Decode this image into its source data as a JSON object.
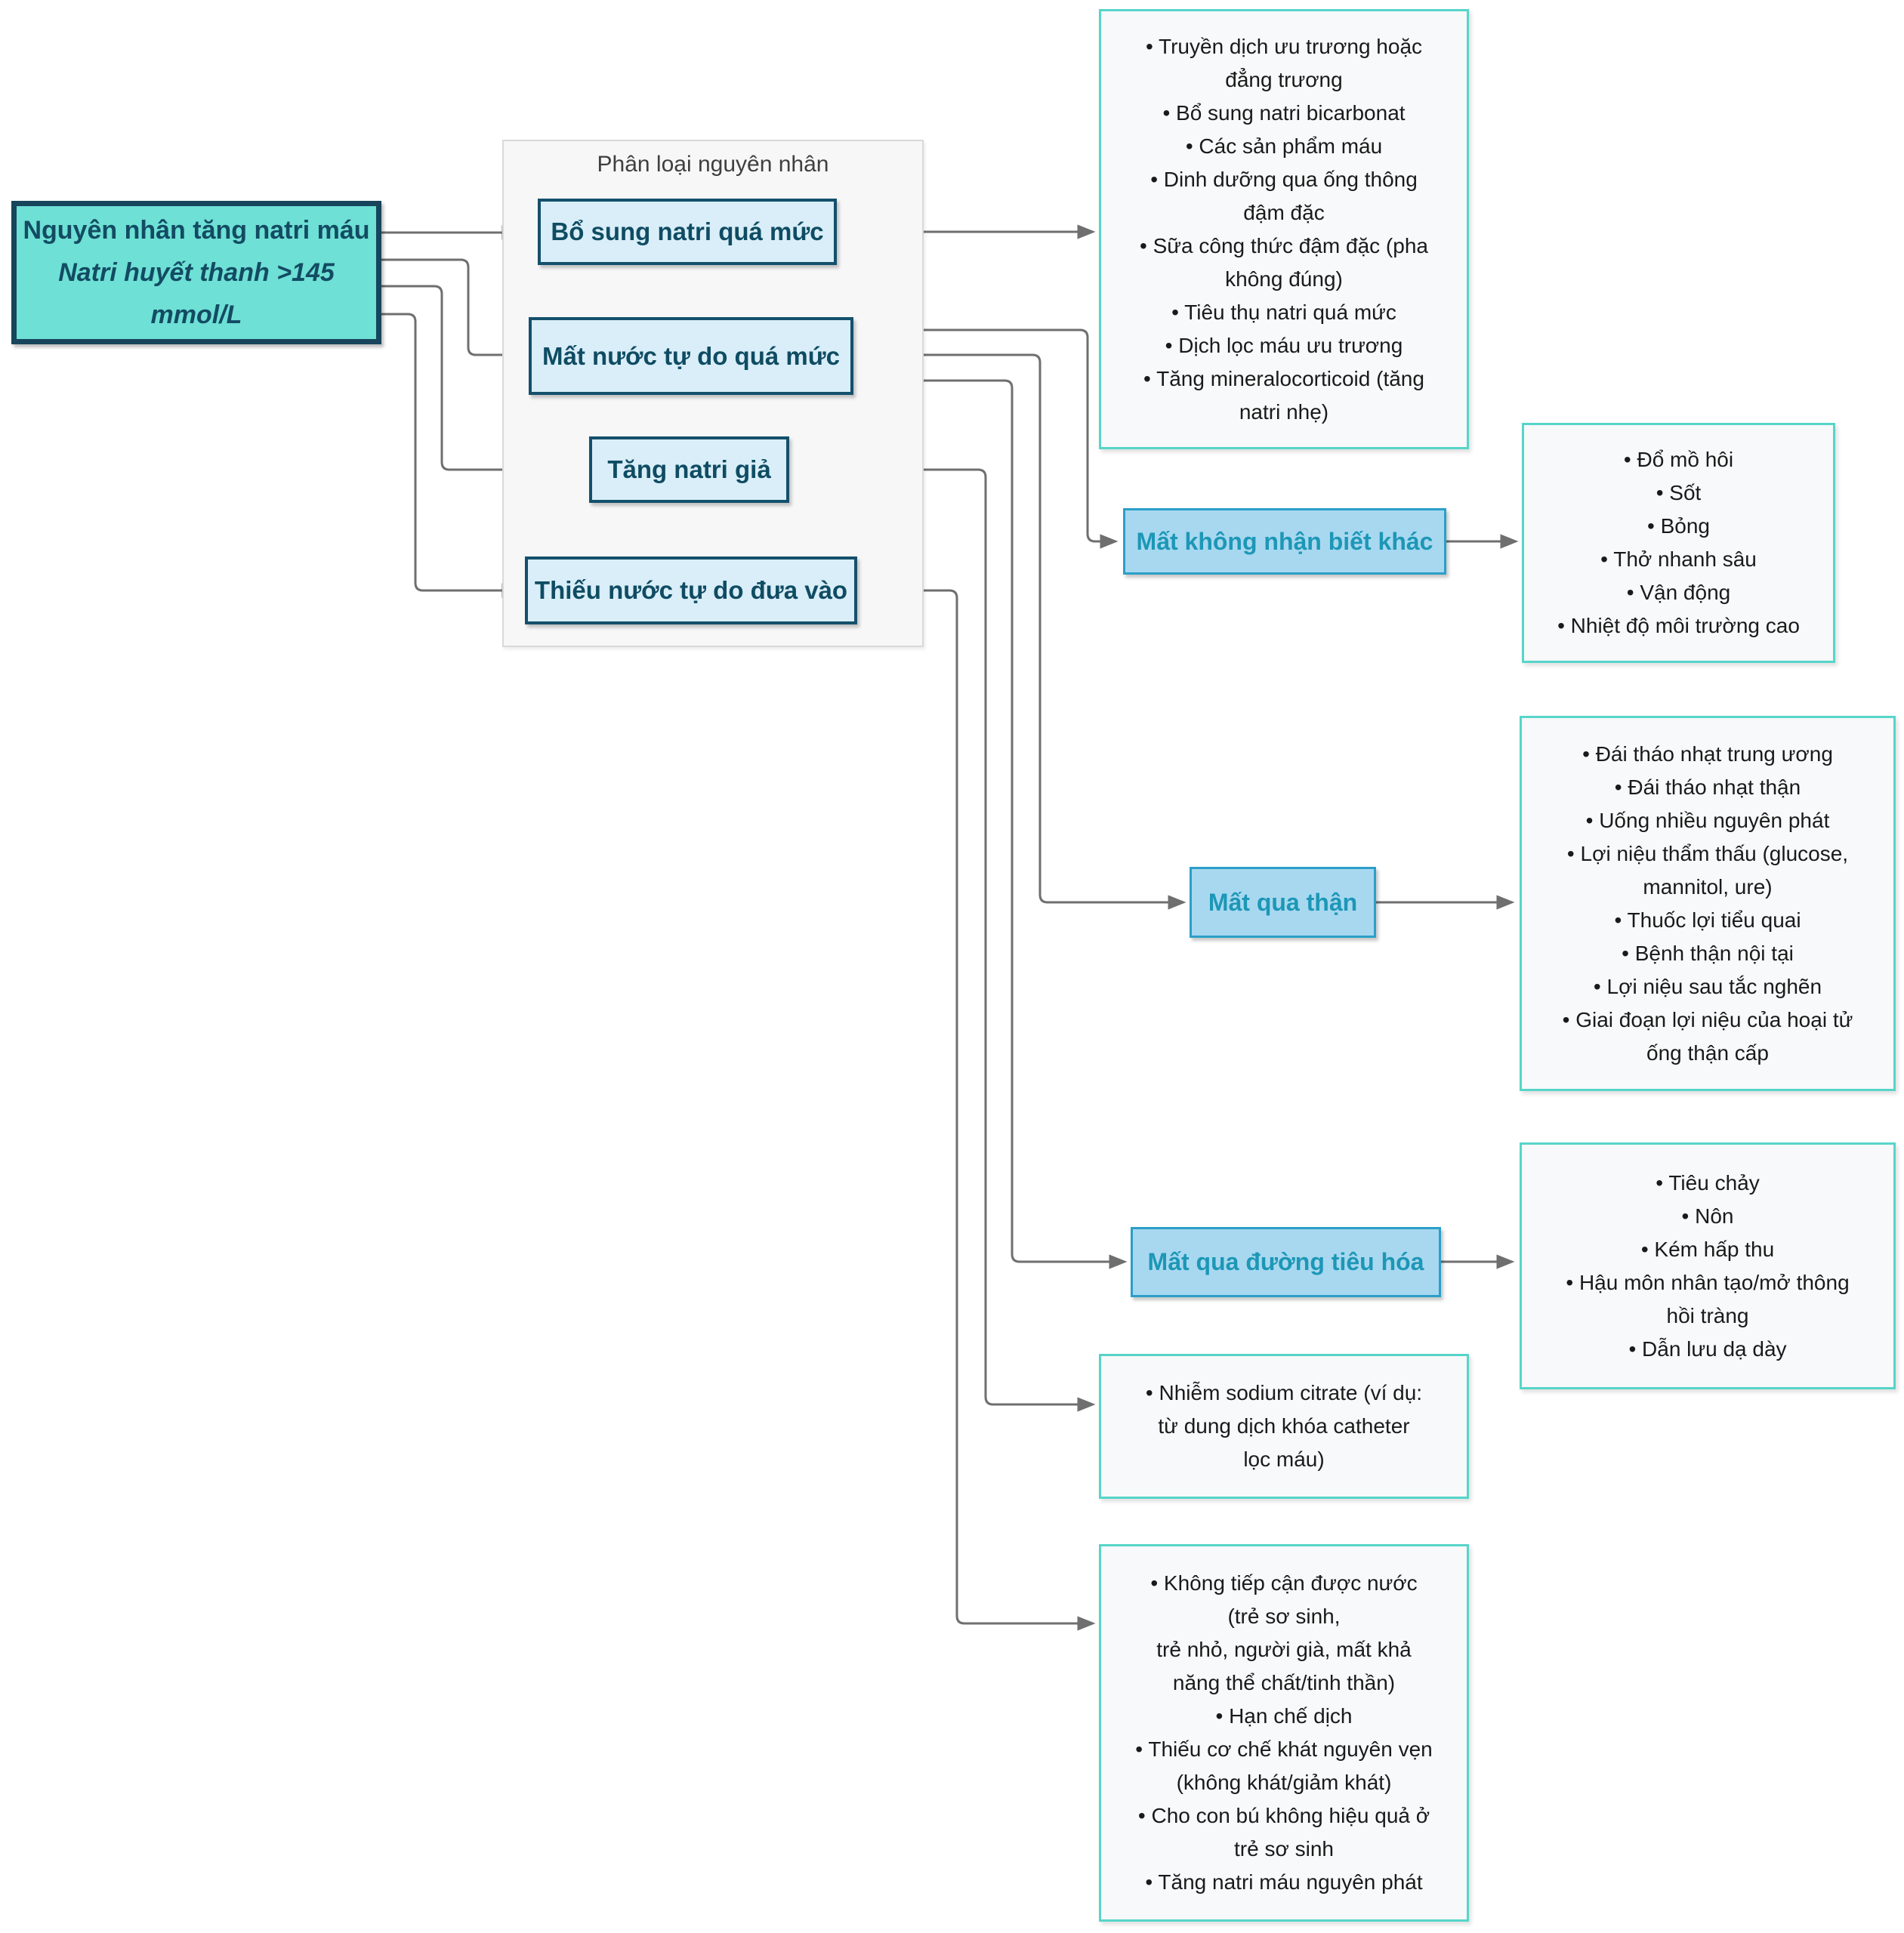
{
  "main": {
    "line1": "Nguyên nhân tăng natri máu",
    "line2": "Natri huyết thanh >145",
    "line3": "mmol/L"
  },
  "container": {
    "label": "Phân loại nguyên nhân"
  },
  "categories": {
    "excess_sodium": {
      "label": "Bổ sung natri quá mức"
    },
    "free_water_loss": {
      "label": "Mất nước tự do quá mức"
    },
    "pseudohypernatremia": {
      "label": "Tăng natri giả"
    },
    "lack_water_intake": {
      "label": "Thiếu nước tự do đưa vào"
    }
  },
  "subcategories": {
    "insensible": {
      "label": "Mất không nhận biết khác"
    },
    "renal": {
      "label": "Mất qua thận"
    },
    "gastrointestinal": {
      "label": "Mất qua đường tiêu hóa"
    }
  },
  "details": {
    "excess_sodium": {
      "items": [
        "Truyền dịch ưu trương hoặc đẳng trương",
        "Bổ sung natri bicarbonat",
        "Các sản phẩm máu",
        "Dinh dưỡng qua ống thông đậm đặc",
        "Sữa công thức đậm đặc (pha không đúng)",
        "Tiêu thụ natri quá mức",
        "Dịch lọc máu ưu trương",
        "Tăng mineralocorticoid (tăng natri nhẹ)"
      ]
    },
    "insensible": {
      "items": [
        "Đổ mồ hôi",
        "Sốt",
        "Bỏng",
        "Thở nhanh sâu",
        "Vận động",
        "Nhiệt độ môi trường cao"
      ]
    },
    "renal": {
      "items": [
        "Đái tháo nhạt trung ương",
        "Đái tháo nhạt thận",
        "Uống nhiều nguyên phát",
        "Lợi niệu thẩm thấu (glucose, mannitol, ure)",
        "Thuốc lợi tiểu quai",
        "Bệnh thận nội tại",
        "Lợi niệu sau tắc nghẽn",
        "Giai đoạn lợi niệu của hoại tử ống thận cấp"
      ]
    },
    "gastrointestinal": {
      "items": [
        "Tiêu chảy",
        "Nôn",
        "Kém hấp thu",
        "Hậu môn nhân tạo/mở thông hồi tràng",
        "Dẫn lưu dạ dày"
      ]
    },
    "pseudo": {
      "items": [
        "Nhiễm sodium citrate (ví dụ: từ dung dịch khóa catheter lọc máu)"
      ]
    },
    "no_water_access": {
      "items": [
        {
          "text": "Không tiếp cận được nước (trẻ sơ sinh,"
        },
        {
          "text": "trẻ nhỏ, người già, mất khả năng thể chất/tinh thần)",
          "bullet": false
        },
        "Hạn chế dịch",
        "Thiếu cơ chế khát nguyên vẹn (không khát/giảm khát)",
        "Cho con bú không hiệu quả ở trẻ sơ sinh",
        "Tăng natri máu nguyên phát"
      ]
    },
    "bullet_char": "•"
  },
  "colors": {
    "main_fill": "#6EE0D5",
    "main_border": "#17455C",
    "main_text": "#134B63",
    "category_fill": "#D9EEF8",
    "category_border": "#14506B",
    "category_text": "#0F4C63",
    "subcategory_fill": "#A8D8F0",
    "subcategory_border": "#2B9FC9",
    "subcategory_text": "#1D97B6",
    "detail_fill": "#F7F9FA",
    "detail_border": "#57D5C9",
    "detail_text": "#1A1A1A",
    "connector": "#6F6F6F",
    "container_fill": "#F7F7F8",
    "container_border": "#D9D9D9",
    "container_text": "#3F3F3F"
  }
}
